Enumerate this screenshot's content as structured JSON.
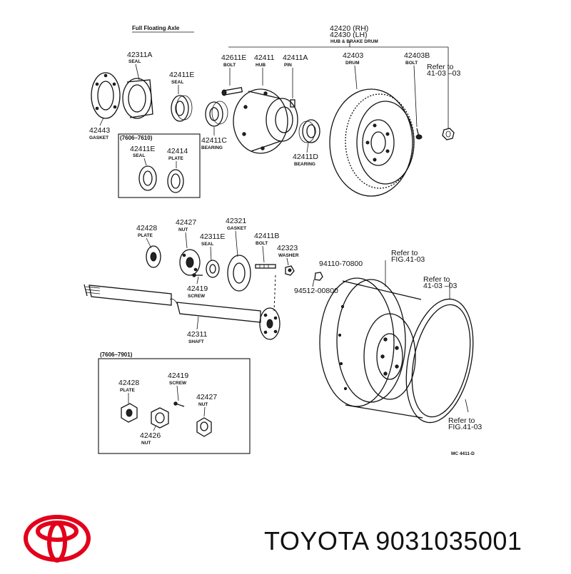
{
  "diagram": {
    "title": "Full Floating Axle",
    "box_range_1": "(7606–7610)",
    "box_range_2": "(7606–7901)",
    "footer_code": "MC 4411-D",
    "parts": [
      {
        "id": "p42420",
        "number": "42420 (RH)",
        "number2": "42430 (LH)",
        "name": "HUB & BRAKE DRUM"
      },
      {
        "id": "p42311A",
        "number": "42311A",
        "name": "SEAL"
      },
      {
        "id": "p42411E_a",
        "number": "42411E",
        "name": "SEAL"
      },
      {
        "id": "p42611E",
        "number": "42611E",
        "name": "BOLT"
      },
      {
        "id": "p42411",
        "number": "42411",
        "name": "HUB"
      },
      {
        "id": "p42411A",
        "number": "42411A",
        "name": "PIN"
      },
      {
        "id": "p42403",
        "number": "42403",
        "name": "DRUM"
      },
      {
        "id": "p42403B",
        "number": "42403B",
        "name": "BOLT"
      },
      {
        "id": "p42443",
        "number": "42443",
        "name": "GASKET"
      },
      {
        "id": "p42411C",
        "number": "42411C",
        "name": "BEARING"
      },
      {
        "id": "p42411D",
        "number": "42411D",
        "name": "BEARING"
      },
      {
        "id": "p42411E_b",
        "number": "42411E",
        "name": "SEAL"
      },
      {
        "id": "p42414",
        "number": "42414",
        "name": "PLATE"
      },
      {
        "id": "p42428_a",
        "number": "42428",
        "name": "PLATE"
      },
      {
        "id": "p42427_a",
        "number": "42427",
        "name": "NUT"
      },
      {
        "id": "p42311E",
        "number": "42311E",
        "name": "SEAL"
      },
      {
        "id": "p42321",
        "number": "42321",
        "name": "GASKET"
      },
      {
        "id": "p42411B",
        "number": "42411B",
        "name": "BOLT"
      },
      {
        "id": "p42323",
        "number": "42323",
        "name": "WASHER"
      },
      {
        "id": "p42419_a",
        "number": "42419",
        "name": "SCREW"
      },
      {
        "id": "p94110",
        "number": "94110-70800",
        "name": ""
      },
      {
        "id": "p94512",
        "number": "94512-00800",
        "name": ""
      },
      {
        "id": "p42311",
        "number": "42311",
        "name": "SHAFT"
      },
      {
        "id": "p42428_b",
        "number": "42428",
        "name": "PLATE"
      },
      {
        "id": "p42419_b",
        "number": "42419",
        "name": "SCREW"
      },
      {
        "id": "p42427_b",
        "number": "42427",
        "name": "NUT"
      },
      {
        "id": "p42426",
        "number": "42426",
        "name": "NUT"
      }
    ],
    "refs": [
      {
        "id": "ref1",
        "line1": "Refer to",
        "line2": "41-03    –03"
      },
      {
        "id": "ref2",
        "line1": "Refer to",
        "line2": "FIG.41-03"
      },
      {
        "id": "ref3",
        "line1": "Refer to",
        "line2": "41-03    –03"
      },
      {
        "id": "ref4",
        "line1": "Refer to",
        "line2": "FIG.41-03"
      }
    ]
  },
  "brand": {
    "text": "TOYOTA 9031035001",
    "logo_icon": "toyota-logo-icon",
    "logo_color": "#e3001b"
  }
}
